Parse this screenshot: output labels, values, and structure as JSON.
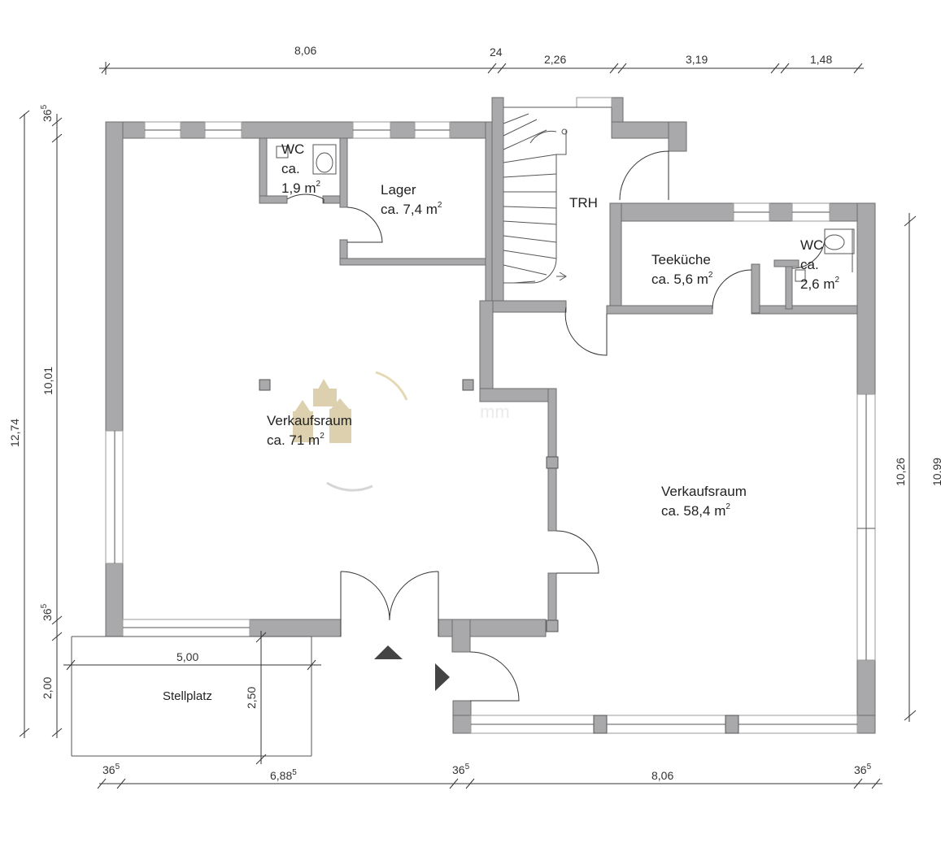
{
  "rooms": {
    "wc1": {
      "name": "WC",
      "line2": "ca.",
      "area": "1,9 m",
      "exp": "2"
    },
    "lager": {
      "name": "Lager",
      "area": "ca. 7,4 m",
      "exp": "2"
    },
    "trh": {
      "name": "TRH"
    },
    "teekueche": {
      "name": "Teeküche",
      "area": "ca. 5,6 m",
      "exp": "2"
    },
    "wc2": {
      "name": "WC",
      "line2": "ca.",
      "area": "2,6 m",
      "exp": "2"
    },
    "verkauf1": {
      "name": "Verkaufsraum",
      "area": "ca. 71 m",
      "exp": "2"
    },
    "verkauf2": {
      "name": "Verkaufsraum",
      "area": "ca. 58,4 m",
      "exp": "2"
    },
    "stellplatz": {
      "name": "Stellplatz"
    }
  },
  "dims": {
    "top": [
      "8,06",
      "24",
      "2,26",
      "3,19",
      "1,48"
    ],
    "bottom": {
      "a": "36",
      "a_sup": "5",
      "b": "6,88",
      "b_sup": "5",
      "c": "36",
      "c_sup": "5",
      "d": "8,06",
      "e": "36",
      "e_sup": "5"
    },
    "left": {
      "wall_top": "36",
      "wall_top_sup": "5",
      "inner": "10,01",
      "total": "12,74",
      "wall_bot": "36",
      "wall_bot_sup": "5",
      "stell": "2,00"
    },
    "right": {
      "inner": "10,26",
      "total_partial": "10,99"
    },
    "stell_w": "5,00",
    "stell_d": "2,50"
  },
  "colors": {
    "wall": "#a9a9ab",
    "watermark": "#d7c8a0"
  }
}
